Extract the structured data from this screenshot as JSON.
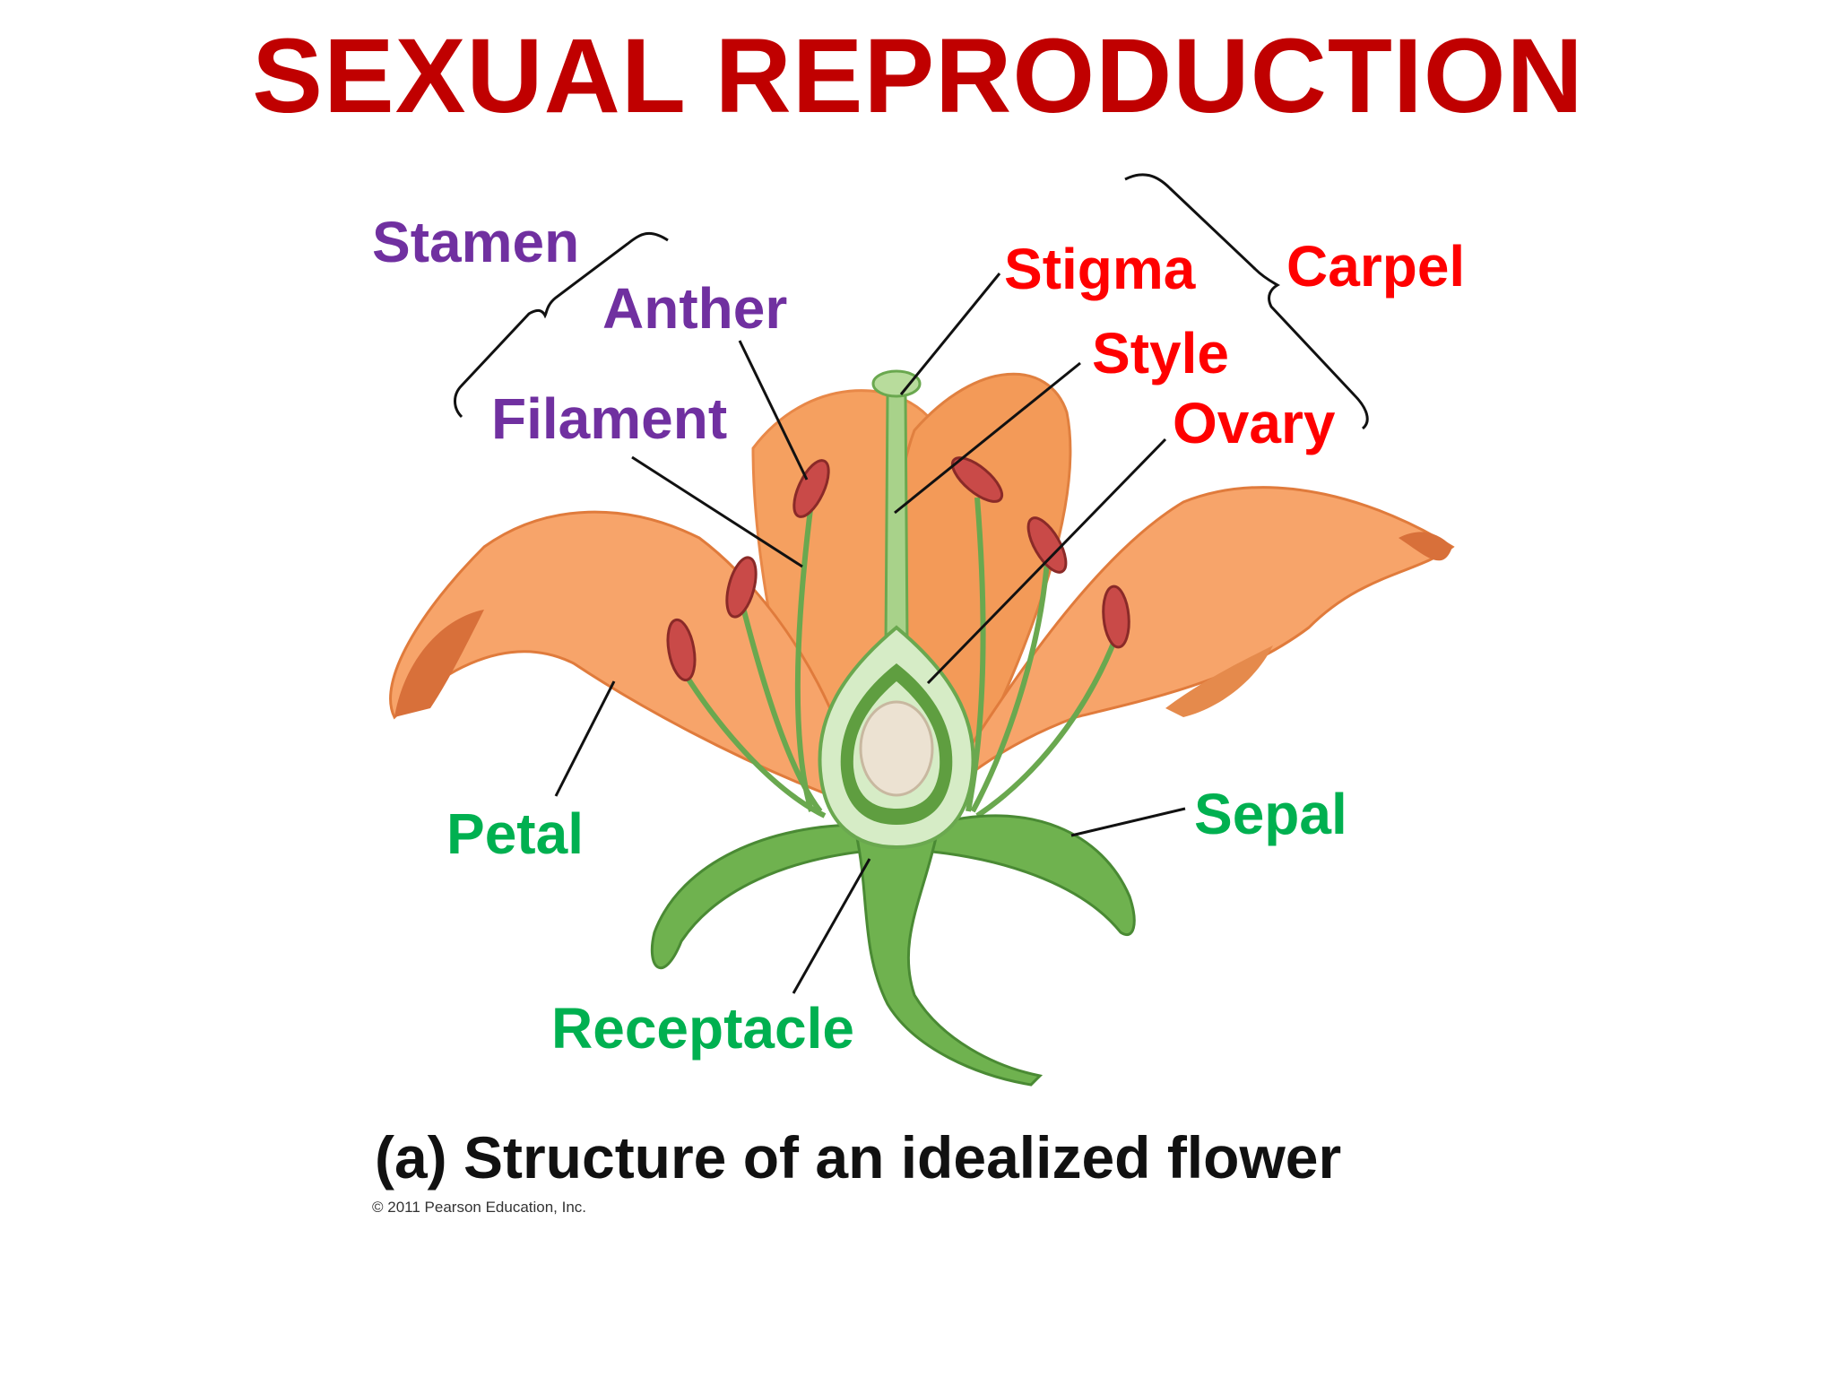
{
  "title": "SEXUAL REPRODUCTION",
  "colors": {
    "title": "#c00000",
    "stamen_group": "#7030a0",
    "carpel_group": "#ff0000",
    "other_parts": "#00b050",
    "petal": "#f7a46a",
    "petal_dark": "#e07b3c",
    "anther": "#c94a48",
    "stem": "#6aaa4a",
    "ovule": "#ece2d2"
  },
  "labels": {
    "stamen": "Stamen",
    "anther": "Anther",
    "filament": "Filament",
    "stigma": "Stigma",
    "style": "Style",
    "ovary": "Ovary",
    "carpel": "Carpel",
    "petal": "Petal",
    "sepal": "Sepal",
    "receptacle": "Receptacle"
  },
  "caption": "(a) Structure of an idealized flower",
  "copyright": "© 2011 Pearson Education, Inc."
}
